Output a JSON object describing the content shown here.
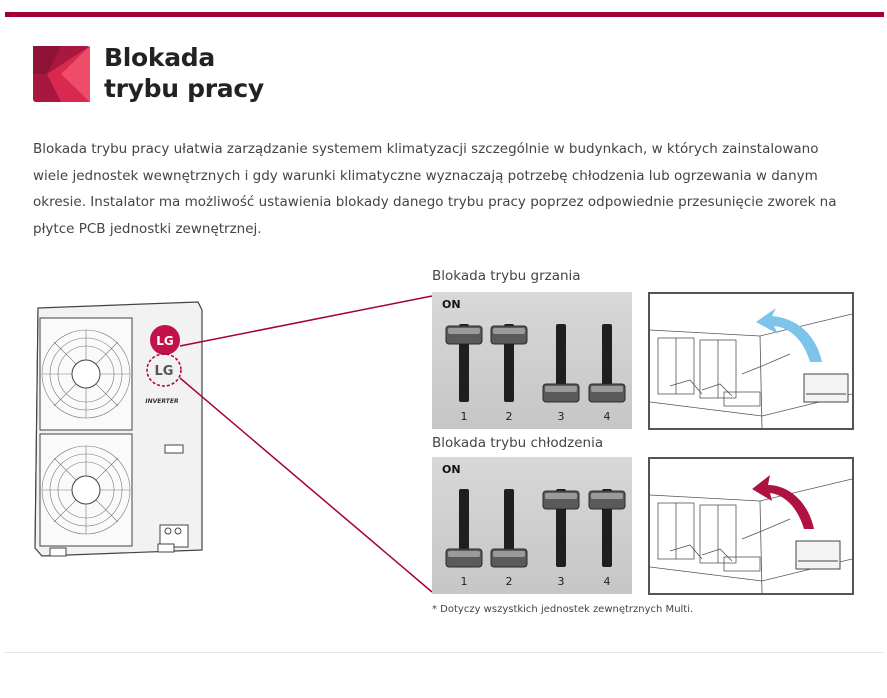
{
  "header": {
    "title_line1": "Blokada",
    "title_line2": "trybu pracy"
  },
  "description": "Blokada trybu pracy ułatwia zarządzanie systemem klimatyzacji szczególnie w budynkach, w których zainstalowano wiele jednostek wewnętrznych i gdy warunki klimatyczne wyznaczają potrzebę chłodzenia lub ogrzewania w danym okresie. Instalator ma możliwość ustawienia blokady danego trybu pracy poprzez odpowiednie przesunięcie zworek na płytce PCB jednostki zewnętrznej.",
  "unit": {
    "brand": "LG",
    "model_badge": "INVERTER"
  },
  "heating": {
    "label": "Blokada trybu grzania",
    "on_label": "ON",
    "switch_numbers": [
      "1",
      "2",
      "3",
      "4"
    ],
    "switch_positions": [
      "up",
      "up",
      "down",
      "down"
    ],
    "arrow_color": "#7cc4ea"
  },
  "cooling": {
    "label": "Blokada trybu chłodzenia",
    "on_label": "ON",
    "switch_numbers": [
      "1",
      "2",
      "3",
      "4"
    ],
    "switch_positions": [
      "down",
      "down",
      "up",
      "up"
    ],
    "arrow_color": "#b0123f"
  },
  "footnote": "* Dotyczy wszystkich jednostek zewnętrznych Multi.",
  "colors": {
    "accent": "#a50034",
    "logo_pink": "#e6315b"
  }
}
